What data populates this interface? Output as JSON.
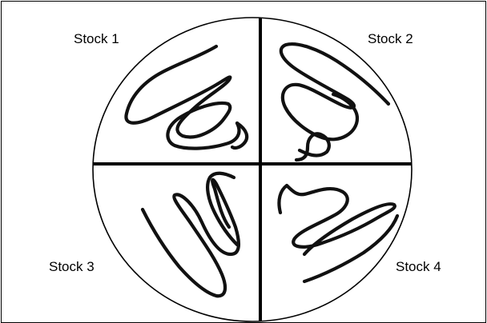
{
  "labels": {
    "stock_1": "Stock 1",
    "stock_2": "Stock 2",
    "stock_3": "Stock 3",
    "stock_4": "Stock 4"
  },
  "colors": {
    "ink": "#000000",
    "background": "#ffffff"
  }
}
